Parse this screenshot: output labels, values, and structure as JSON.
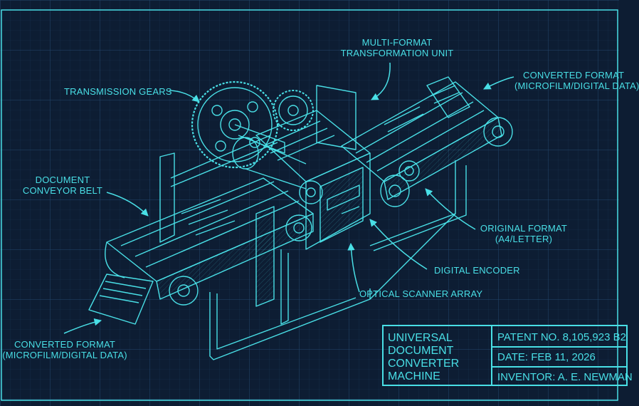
{
  "labels": {
    "multi_format": [
      "MULTI-FORMAT",
      "TRANSFORMATION UNIT"
    ],
    "transmission_gears": "TRANSMISSION GEARS",
    "converted_top": [
      "CONVERTED FORMAT",
      "(MICROFILM/DIGITAL DATA)"
    ],
    "document_conveyor": [
      "DOCUMENT",
      "CONVEYOR BELT"
    ],
    "original_format": [
      "ORIGINAL FORMAT",
      "(A4/LETTER)"
    ],
    "digital_encoder": "DIGITAL ENCODER",
    "optical_scanner": "OPTICAL SCANNER ARRAY",
    "converted_bottom": [
      "CONVERTED FORMAT",
      "(MICROFILM/DIGITAL DATA)"
    ]
  },
  "title_block": {
    "title": [
      "UNIVERSAL",
      "DOCUMENT",
      "CONVERTER",
      "MACHINE"
    ],
    "patent": "PATENT NO. 8,105,923 B2",
    "date": "DATE: FEB 11, 2026",
    "inventor": "INVENTOR: A. E. NEWMAN"
  },
  "colors": {
    "background": "#0d1d33",
    "grid": "#1e3d5c",
    "line": "#49dfe6"
  }
}
